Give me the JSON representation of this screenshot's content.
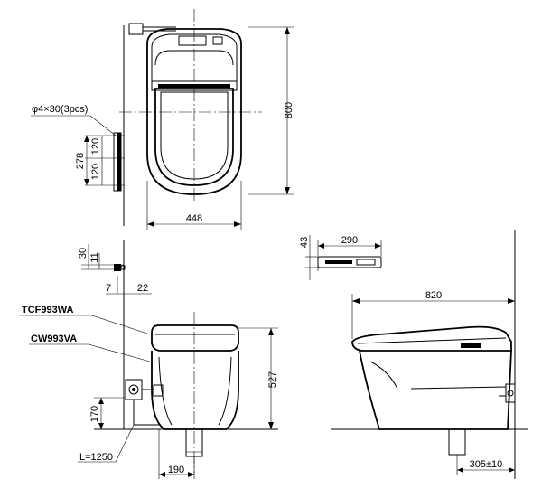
{
  "dimensions": {
    "height_800": "800",
    "width_448": "448",
    "screw_spec": "φ4×30(3pcs)",
    "d_278": "278",
    "d_120_top": "120",
    "d_120_bot": "120",
    "d_30": "30",
    "d_11": "11",
    "d_7": "7",
    "d_22": "22",
    "d_43": "43",
    "d_290": "290",
    "d_820": "820",
    "d_527": "527",
    "d_170": "170",
    "d_190": "190",
    "d_305": "305±10",
    "cable_length": "L=1250"
  },
  "labels": {
    "seat_model": "TCF993WA",
    "bowl_model": "CW993VA"
  }
}
